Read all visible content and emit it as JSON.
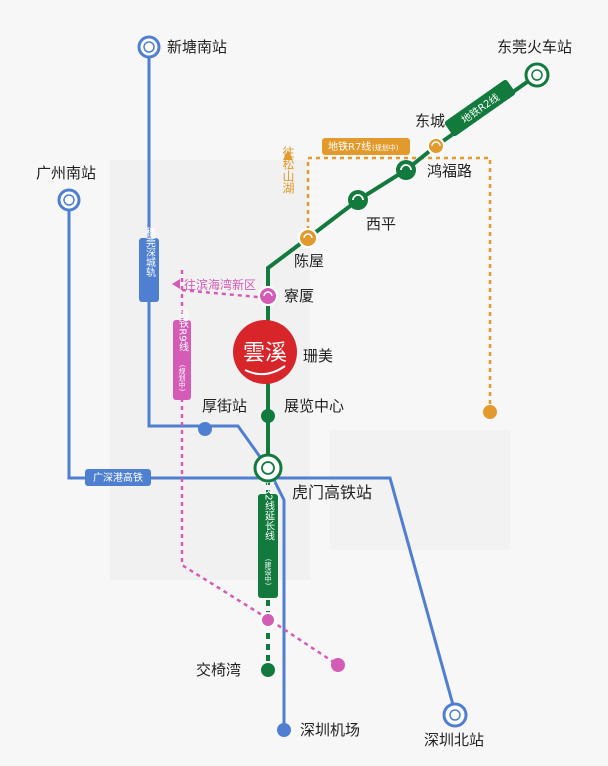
{
  "colors": {
    "blue": "#4f7fd0",
    "green": "#137a3e",
    "orange": "#e39a2c",
    "magenta": "#d45cb7",
    "red": "#d7252a",
    "background": "#fafafa"
  },
  "stations": {
    "xintang_south": "新塘南站",
    "dongguan_train": "东莞火车站",
    "guangzhou_south": "广州南站",
    "dongcheng": "东城",
    "hongfu_road": "鸿福路",
    "xiping": "西平",
    "chenwu": "陈屋",
    "liaoxia": "寮厦",
    "shanmei": "珊美",
    "exhibition_center": "展览中心",
    "houjie": "厚街站",
    "humen_hsr": "虎门高铁站",
    "jiaoyiwan": "交椅湾",
    "shenzhen_airport": "深圳机场",
    "shenzhen_north": "深圳北站"
  },
  "lines": {
    "r2": {
      "label": "地铁R2线"
    },
    "r7": {
      "label": "地铁R7线",
      "note": "(规划中)"
    },
    "r9": {
      "label": "地铁R9线",
      "note": "(规划中)"
    },
    "r2_ext": {
      "label": "地铁R2线延长线",
      "note": "(建设中)"
    },
    "suiguan": {
      "label": "穗莞深城轨"
    },
    "guangshengang": {
      "label": "广深港高铁"
    }
  },
  "directions": {
    "songshan_lake": "往松山湖",
    "binhai_bay": "往滨海湾新区"
  },
  "logo": {
    "text": "雲溪"
  }
}
